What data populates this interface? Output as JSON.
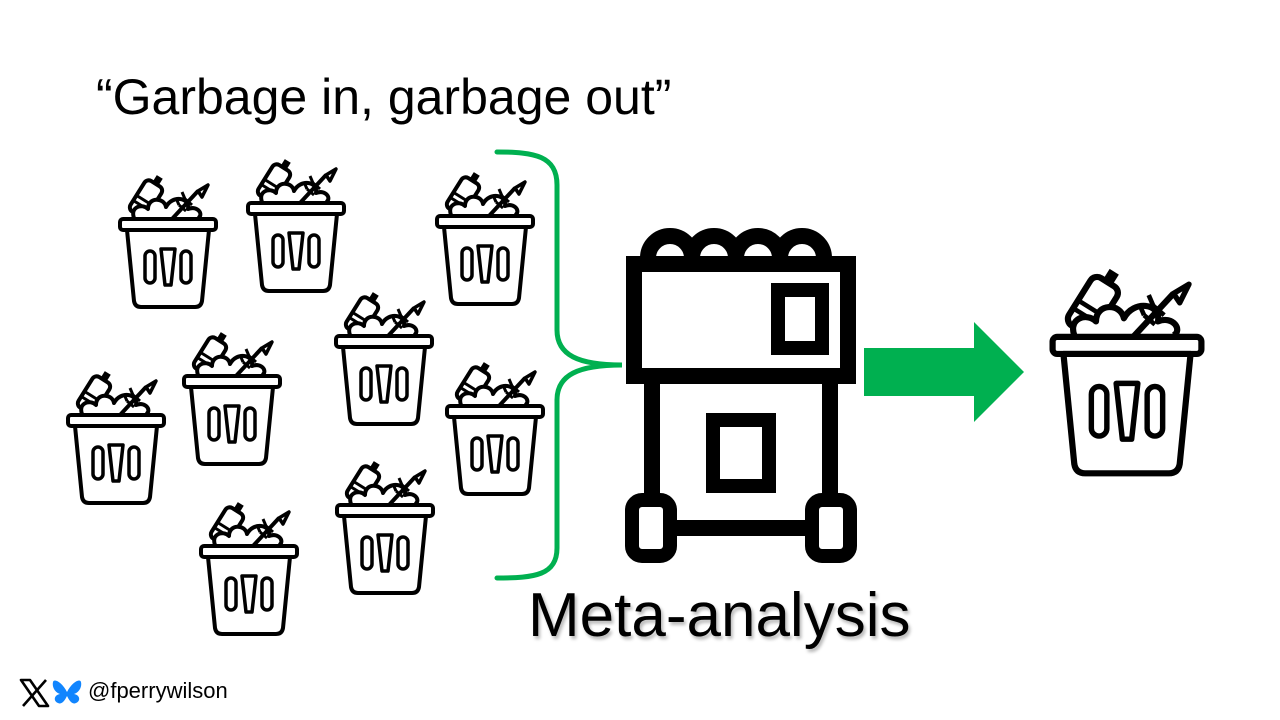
{
  "slide": {
    "title": "“Garbage in, garbage out”",
    "label": "Meta-analysis",
    "handle": "@fperrywilson"
  },
  "colors": {
    "accent": "#00b050",
    "ink": "#000000",
    "butterfly": "#1185fe"
  },
  "icons": {
    "input": "garbage-bin-icon",
    "machine": "shredder-machine-icon",
    "arrow": "arrow-right-icon",
    "output": "garbage-bin-icon",
    "social": [
      "x-logo-icon",
      "bluesky-butterfly-icon"
    ]
  }
}
